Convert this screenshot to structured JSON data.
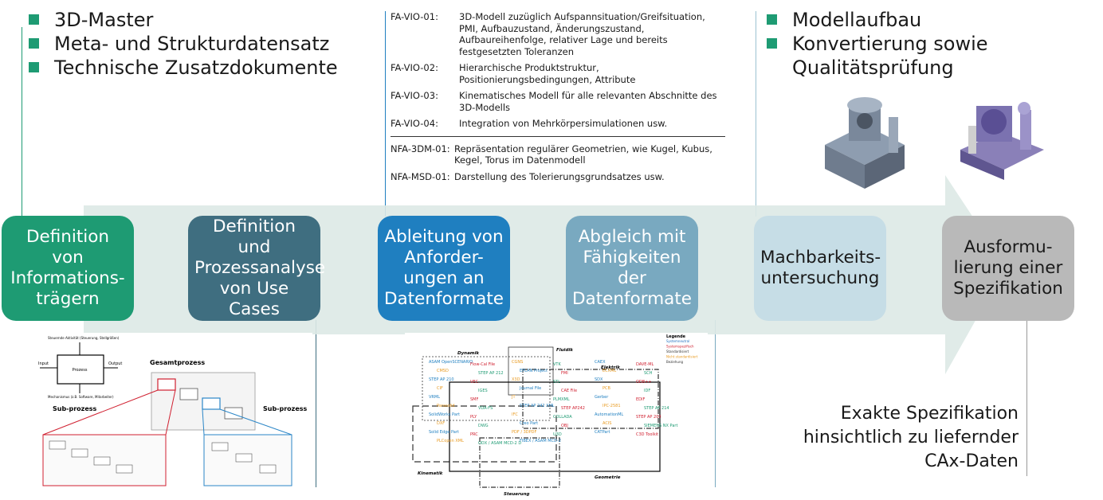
{
  "left_list": [
    "3D-Master",
    "Meta- und Strukturdatensatz",
    "Technische Zusatzdokumente"
  ],
  "right_list": [
    "Modellaufbau",
    "Konvertierung sowie Qualitätsprüfung"
  ],
  "requirements": {
    "functional": [
      {
        "code": "FA-VIO-01:",
        "text": "3D-Modell zuzüglich Aufspannsituation/Greifsituation, PMI, Aufbauzustand, Änderungszustand, Aufbaureihenfolge, relativer Lage und bereits festgesetzten Toleranzen"
      },
      {
        "code": "FA-VIO-02:",
        "text": "Hierarchische Produktstruktur, Positionierungsbedingungen, Attribute"
      },
      {
        "code": "FA-VIO-03:",
        "text": "Kinematisches Modell für alle relevanten Abschnitte des 3D-Modells"
      },
      {
        "code": "FA-VIO-04:",
        "text": "Integration von Mehrkörpersimulationen usw."
      }
    ],
    "nonfunctional": [
      {
        "code": "NFA-3DM-01:",
        "text": "Repräsentation regulärer Geometrien, wie Kugel, Kubus, Kegel, Torus im Datenmodell"
      },
      {
        "code": "NFA-MSD-01:",
        "text": "Darstellung des Tolerierungsgrundsatzes usw."
      }
    ]
  },
  "process_steps": [
    {
      "label": "Definition von Informations-trägern",
      "color": "#1e9b73"
    },
    {
      "label": "Definition und Prozessanalyse von Use Cases",
      "color": "#3f6e80"
    },
    {
      "label": "Ableitung von Anforder-ungen an Datenformate",
      "color": "#1f7fc0"
    },
    {
      "label": "Abgleich mit Fähigkeiten der Datenformate",
      "color": "#79a9c0"
    },
    {
      "label": "Machbarkeits-untersuchung",
      "color": "#c6dde6",
      "text_color": "#1a1a1a"
    },
    {
      "label": "Ausformu-lierung einer Spezifikation",
      "color": "#b9b9b9",
      "text_color": "#1a1a1a"
    }
  ],
  "result_text": "Exakte Spezifikation hinsichtlich zu liefernder CAx-Daten",
  "process_diagram": {
    "title": "Gesamtprozess",
    "sub_left": "Sub-prozess",
    "sub_right": "Sub-prozess",
    "input": "Input",
    "output": "Output",
    "process": "Prozess",
    "control": "Steuernde Aktivität (Steuerung, Stellgrößen)",
    "mechanism": "Mechanismus (z.B. Software, Mitarbeiter)"
  },
  "format_map": {
    "regions": [
      "Dynamik",
      "Fluidik",
      "Elektrik",
      "Kinematik",
      "Geometrie",
      "Steuerung"
    ],
    "legend_title": "Legende",
    "legend": [
      "Systemneutral",
      "Systemspezifisch",
      "Standardisiert",
      "Nicht standardisiert",
      "Beziehung"
    ],
    "formats": [
      "ASAM OpenSCENARIO",
      "Flow-Cal File",
      "CGNS",
      "VTK",
      "CAEX",
      "DAVE-ML",
      "CMSD",
      "STEP AP 212",
      "EPLAN Project",
      "FMI",
      "ECXML",
      "SCH",
      "STEP AP 210",
      "VEC",
      "X3D",
      "STL",
      "SDX",
      "ODB++",
      "CIF",
      "IGES",
      "Journal File",
      "CAE File",
      "PCB",
      "IDF",
      "VRML",
      "SMF",
      "JT",
      "PLMXML",
      "Gerber",
      "EDIF",
      "Parasolid",
      "VDA-FS",
      "STEP AP 242 XML",
      "STEP AP242",
      "IPC-2581",
      "STEP AP 214",
      "SolidWorks Part",
      "PLY",
      "IFC",
      "COLLADA",
      "AutomationML",
      "STEP AP 203",
      "DXF",
      "DWG",
      "Creo Part",
      "OBJ",
      "ACIS",
      "SIEMENS NX Part",
      "Solid Edge Part",
      "PRC",
      "PDF / 3DPDF",
      "U3D",
      "CATPart",
      "C3D Toolkit",
      "PLCopen XML",
      "ODX / ASAM MCD-2 D",
      "FIBEX / ASAM MCD-2"
    ]
  }
}
